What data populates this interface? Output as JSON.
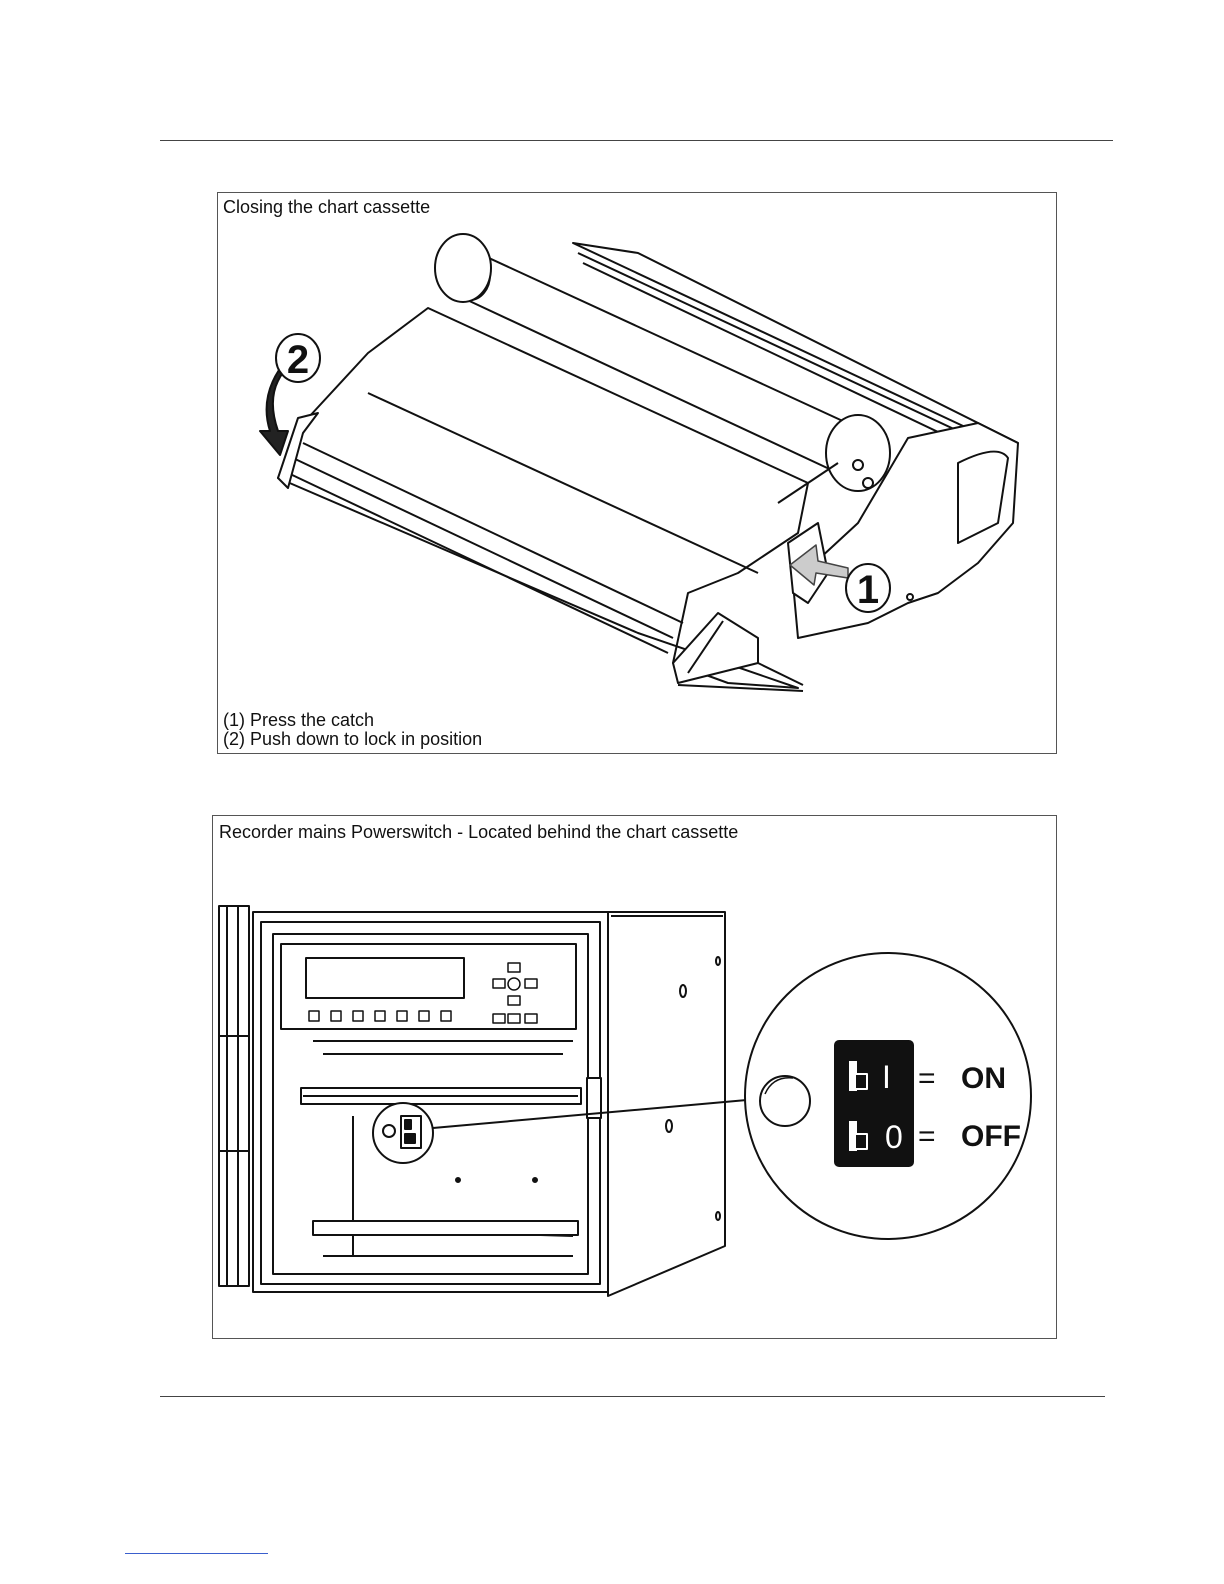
{
  "figures": [
    {
      "title": "Closing the chart cassette",
      "steps": [
        "(1) Press the catch",
        "(2) Push down to lock in position"
      ],
      "callouts": [
        "1",
        "2"
      ]
    },
    {
      "title": "Recorder mains Powerswitch - Located behind the chart cassette",
      "switch_states": [
        {
          "symbol": "I",
          "eq": "=",
          "label": "ON"
        },
        {
          "symbol": "0",
          "eq": "=",
          "label": "OFF"
        }
      ]
    }
  ]
}
